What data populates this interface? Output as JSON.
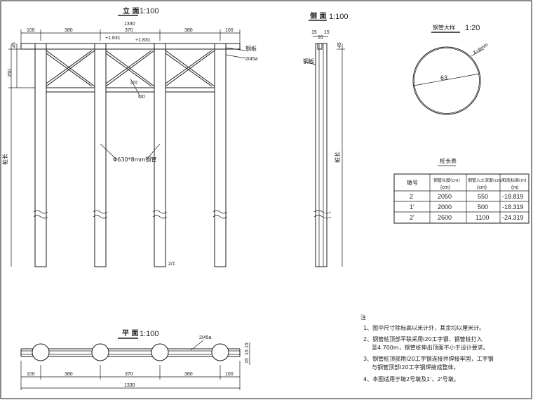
{
  "front_view": {
    "title": "立 面",
    "scale": "1:100",
    "dims_top": [
      "100",
      "380",
      "370",
      "380",
      "100"
    ],
    "dim_total": "1330",
    "elev_a": "+1.831",
    "elev_b": "+1.831",
    "dim_left_top": "45",
    "dim_left_mid": "250",
    "left_label": "桩长",
    "right_label_1": "钢板",
    "right_label_2": "2I45a",
    "brace_1": "I20",
    "brace_2": "I20",
    "pile_label": "Φ630*8mm钢管",
    "bottom_mark": "2/1"
  },
  "side_view": {
    "title": "侧 面",
    "scale": "1:100",
    "dims_top": [
      "15",
      "16",
      "15"
    ],
    "dim_right_top": "45",
    "left_label": "钢板",
    "right_label": "桩长"
  },
  "detail": {
    "title": "钢管大样",
    "scale": "1:20",
    "diameter": "63",
    "thickness": "δ=8mm"
  },
  "table": {
    "title": "桩长表",
    "headers": [
      "墩号",
      "钢管长度(cm)",
      "钢管入土深度(cm)",
      "桩底标高(m)"
    ],
    "header_units": [
      "",
      "(cm)",
      "(cm)",
      "(m)"
    ],
    "rows": [
      [
        "2",
        "2050",
        "550",
        "-18.819"
      ],
      [
        "1'",
        "2000",
        "500",
        "-18.319"
      ],
      [
        "2'",
        "2600",
        "1100",
        "-24.319"
      ]
    ]
  },
  "plan_view": {
    "title": "平 面",
    "scale": "1:100",
    "dims": [
      "100",
      "380",
      "370",
      "380",
      "100"
    ],
    "dim_total": "1330",
    "beam_label": "2I45a",
    "dims_right": [
      "15",
      "15",
      "15"
    ]
  },
  "notes": {
    "heading": "注",
    "items": [
      "1、图中尺寸除标高以米计外，其余均以厘米计。",
      "2、钢管桩顶部平联采用I20工字钢，钢管桩打入",
      "至4.700m，钢管桩伸出顶面不小于设计要求。",
      "3、钢管桩顶部用I20工字钢连接并焊接牢固，工字钢",
      "与钢管顶部I20工字钢焊接成整体。",
      "4、本图适用于墩2号墩及1'、2'号墩。"
    ]
  }
}
